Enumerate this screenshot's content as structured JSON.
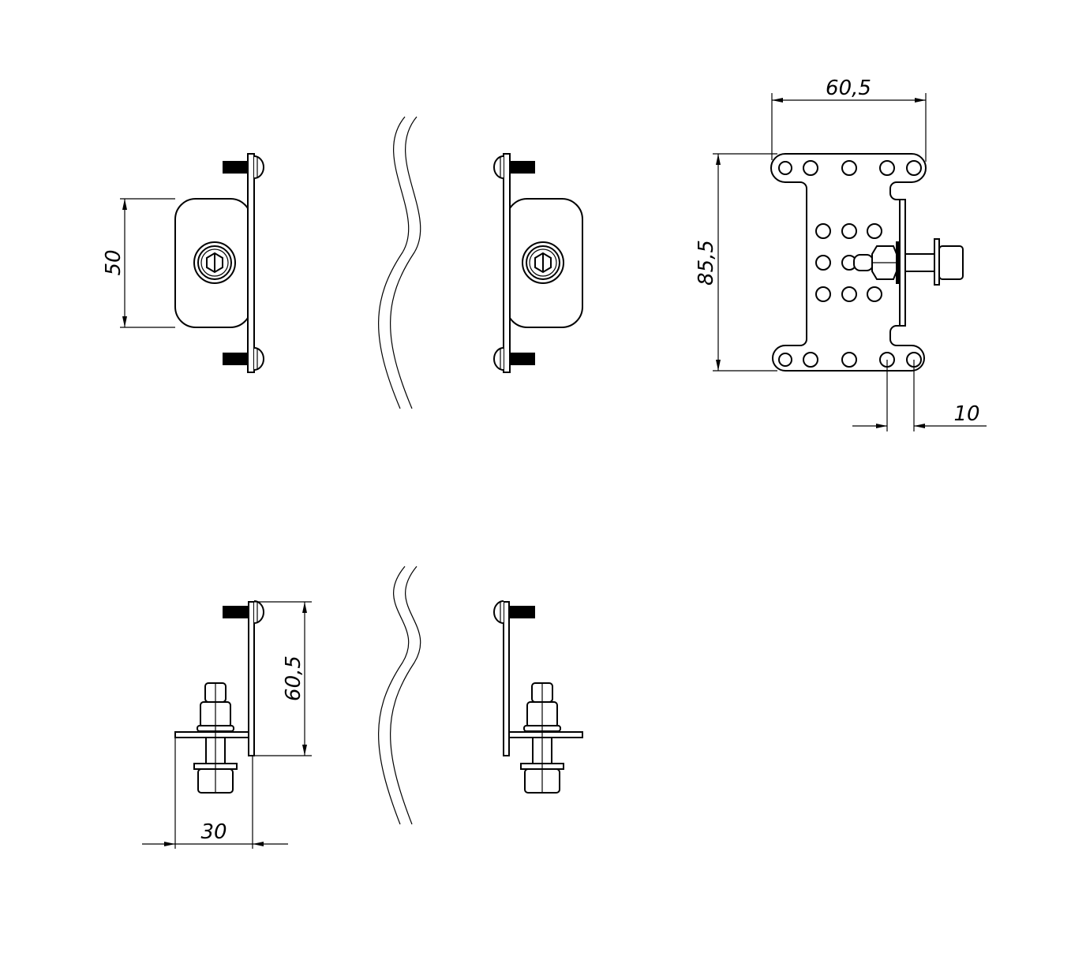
{
  "drawing": {
    "dimensions": {
      "front_height": "50",
      "plan_width": "60,5",
      "plan_height": "85,5",
      "hole_pitch": "10",
      "side_height": "60,5",
      "side_depth": "30"
    },
    "colors": {
      "line": "#000000",
      "background": "#ffffff"
    }
  }
}
